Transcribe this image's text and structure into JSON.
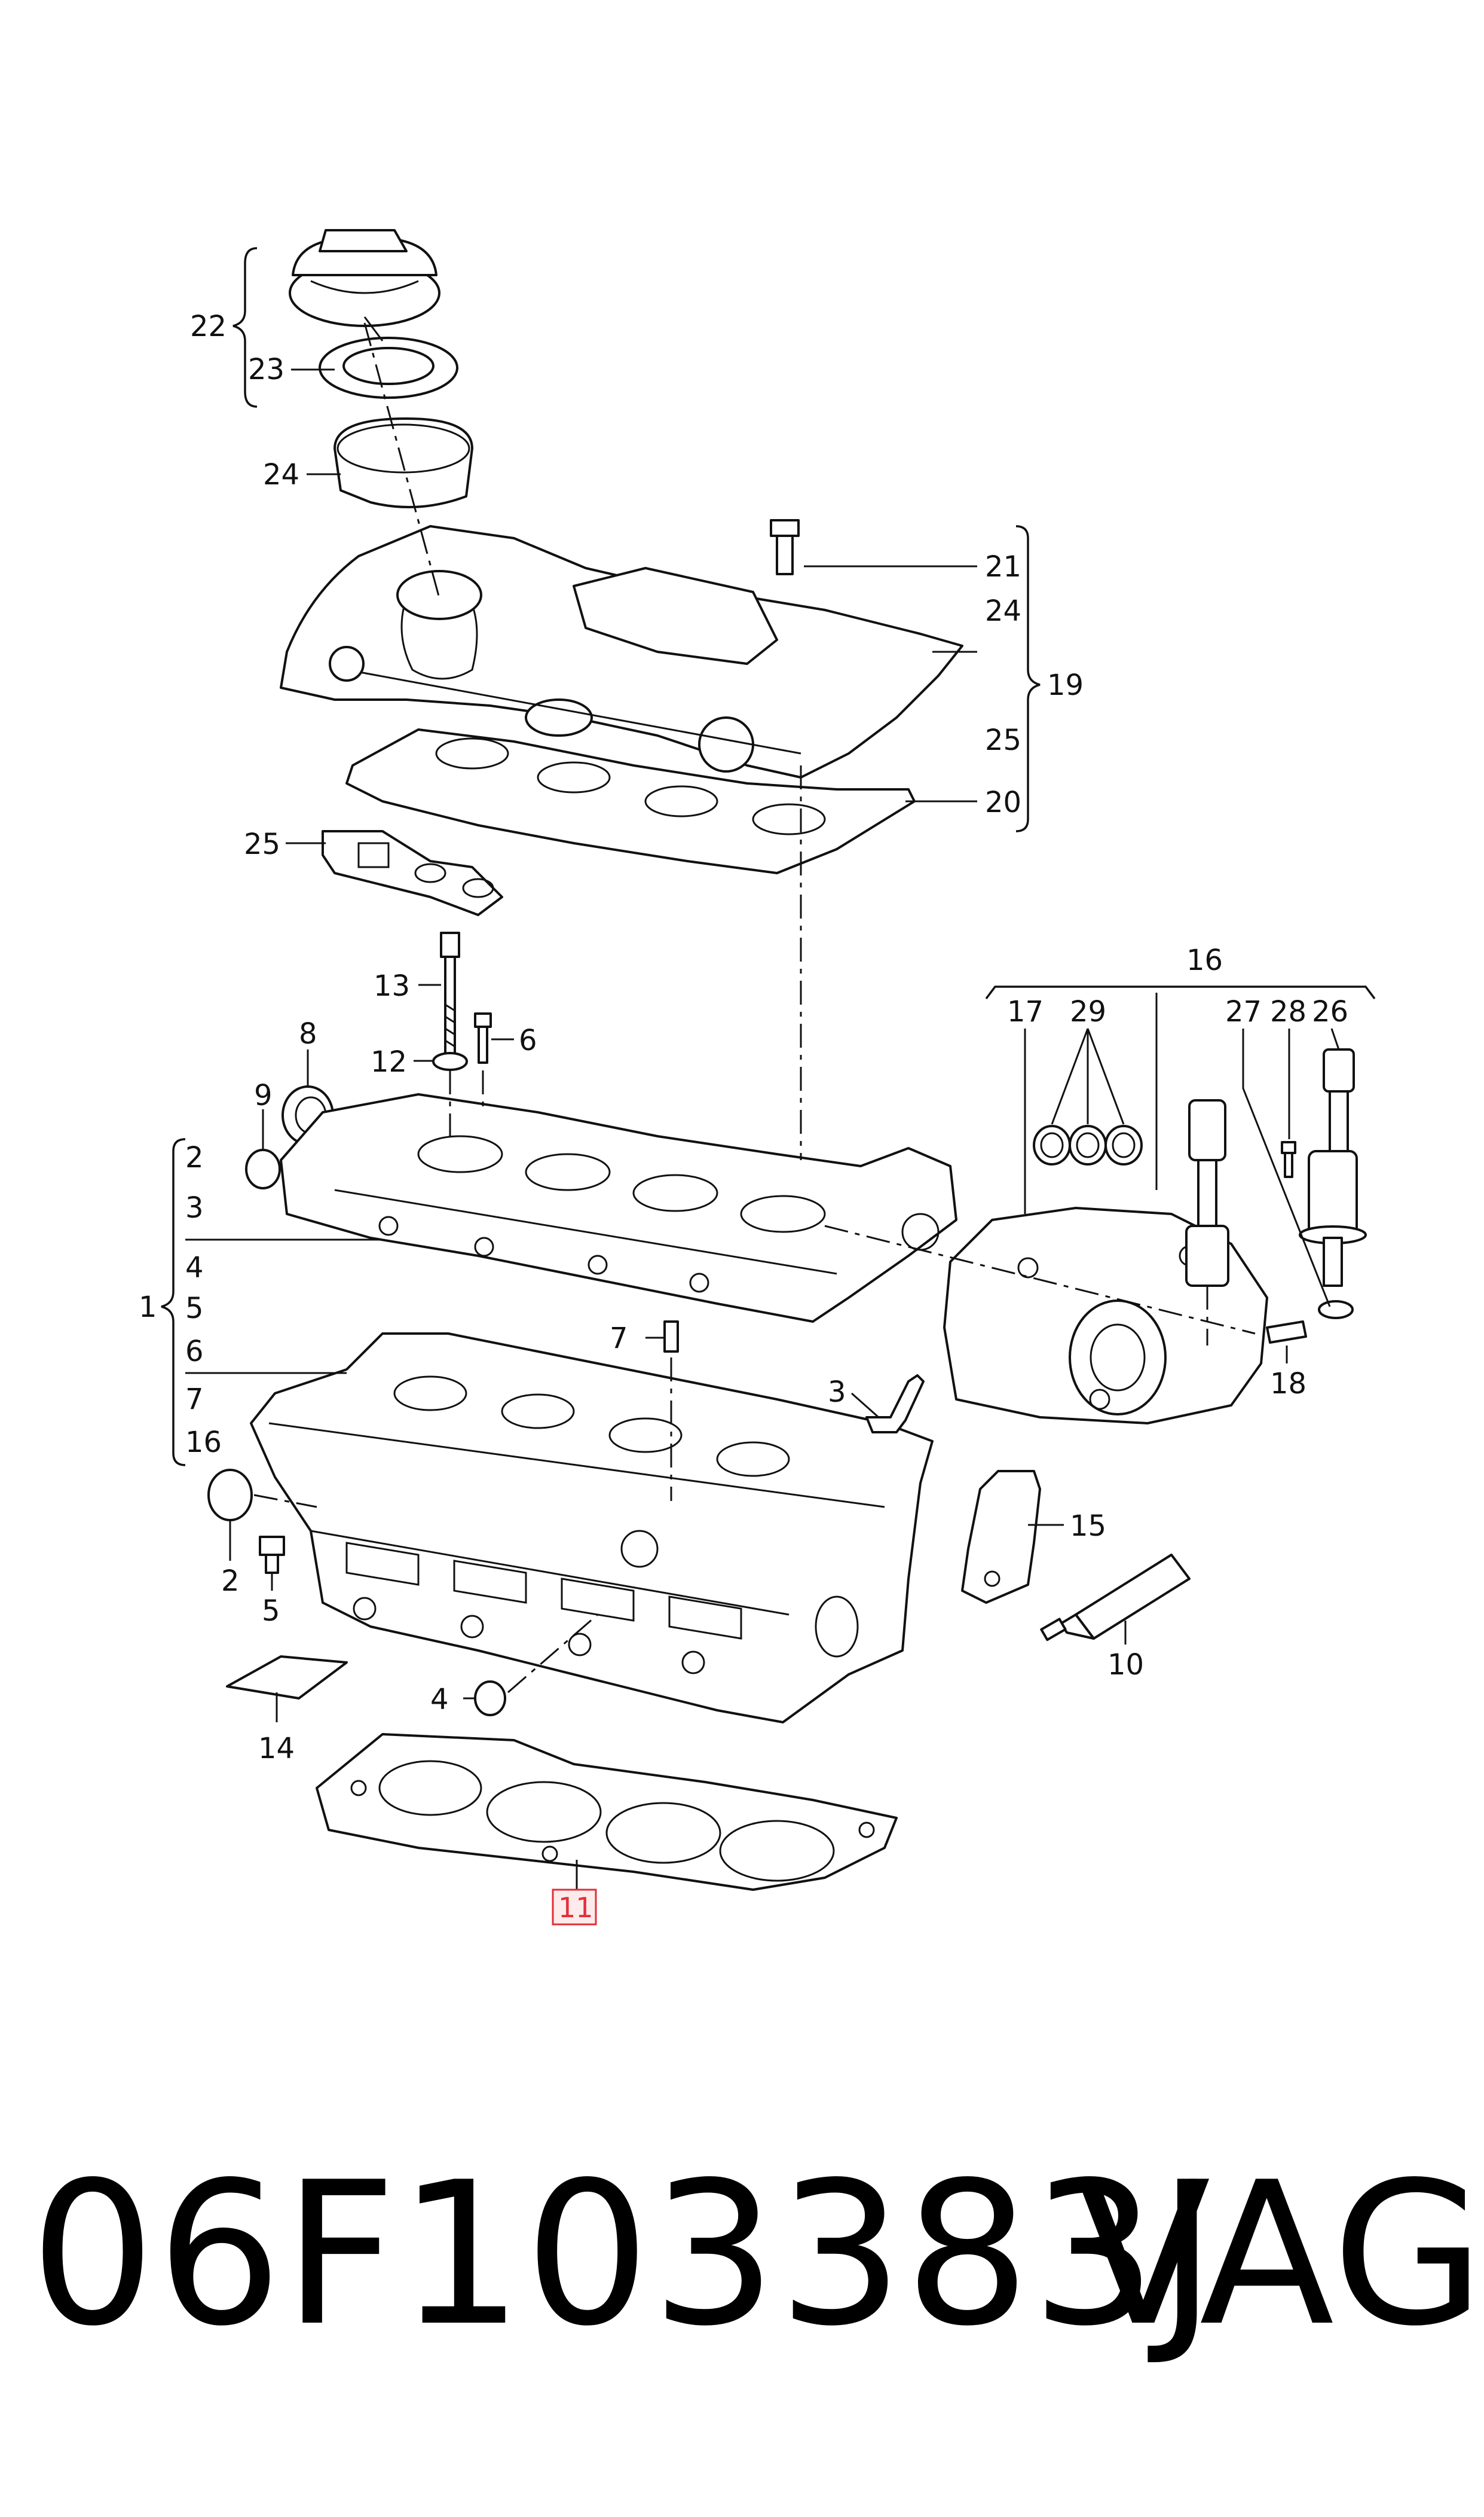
{
  "footer": {
    "part_number": "06F103383J",
    "brand": "VAG"
  },
  "highlight_color": "#e0303a",
  "labels": {
    "l22": "22",
    "l23": "23",
    "l24a": "24",
    "l21": "21",
    "l24b": "24",
    "l19": "19",
    "l25a": "25",
    "l20": "20",
    "l25b": "25",
    "l13": "13",
    "l12": "12",
    "l6a": "6",
    "l8": "8",
    "l9": "9",
    "l2a": "2",
    "l3a": "3",
    "l1": "1",
    "l4a": "4",
    "l5a": "5",
    "l6b": "6",
    "l7a": "7",
    "l16a": "16",
    "l7b": "7",
    "l3b": "3",
    "l16b": "16",
    "l17": "17",
    "l29": "29",
    "l27": "27",
    "l28": "28",
    "l26": "26",
    "l18": "18",
    "l15": "15",
    "l10": "10",
    "l2b": "2",
    "l5b": "5",
    "l4b": "4",
    "l14": "14",
    "l11": "11"
  }
}
